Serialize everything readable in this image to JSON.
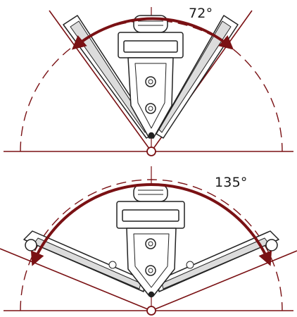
{
  "diagrams": [
    {
      "angle_label": "72°",
      "opening_deg": 72
    },
    {
      "angle_label": "135°",
      "opening_deg": 135
    }
  ],
  "colors": {
    "accent": "#7a1114",
    "outline": "#222222",
    "fill": "#ffffff",
    "shade": "#dcdcdc"
  }
}
